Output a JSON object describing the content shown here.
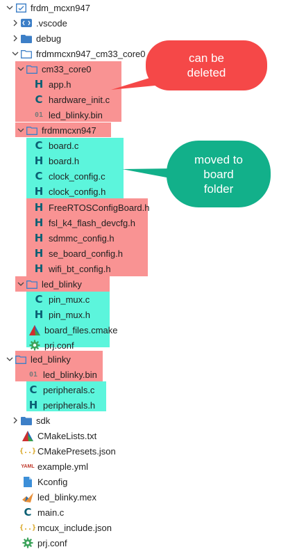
{
  "explorer": {
    "root": "frdm_mcxn947",
    "items": {
      "vscode": ".vscode",
      "debug": "debug",
      "board_root": "frdmmcxn947_cm33_core0",
      "cm33_core0": "cm33_core0",
      "app_h": "app.h",
      "hardware_init_c": "hardware_init.c",
      "led_blinky_bin_1": "led_blinky.bin",
      "frdmmcxn947": "frdmmcxn947",
      "board_c": "board.c",
      "board_h": "board.h",
      "clock_config_c": "clock_config.c",
      "clock_config_h": "clock_config.h",
      "freertos_config": "FreeRTOSConfigBoard.h",
      "fsl_k4_flash": "fsl_k4_flash_devcfg.h",
      "sdmmc_config": "sdmmc_config.h",
      "se_board_config": "se_board_config.h",
      "wifi_bt_config": "wifi_bt_config.h",
      "led_blinky_1": "led_blinky",
      "pin_mux_c": "pin_mux.c",
      "pin_mux_h": "pin_mux.h",
      "board_files_cmake": "board_files.cmake",
      "prj_conf_1": "prj.conf",
      "led_blinky_2": "led_blinky",
      "led_blinky_bin_2": "led_blinky.bin",
      "peripherals_c": "peripherals.c",
      "peripherals_h": "peripherals.h",
      "sdk": "sdk",
      "cmakelists": "CMakeLists.txt",
      "cmakepresets": "CMakePresets.json",
      "example_yml": "example.yml",
      "kconfig": "Kconfig",
      "led_blinky_mex": "led_blinky.mex",
      "main_c": "main.c",
      "mcux_include": "mcux_include.json",
      "prj_conf_2": "prj.conf"
    },
    "icons": {
      "c": "C",
      "h": "H",
      "bin": "01",
      "json": "{..}",
      "yaml": "YAML"
    }
  },
  "annotations": {
    "deleted": {
      "line1": "can be",
      "line2": "deleted"
    },
    "moved": {
      "line1": "moved to",
      "line2": "board",
      "line3": "folder"
    }
  },
  "colors": {
    "highlight_red": "#f99393",
    "highlight_cyan": "#5cf5dc",
    "bubble_red": "#f54848",
    "bubble_green": "#12b08a",
    "folder_blue": "#3d7fc7",
    "file_icon_teal": "#0a5f73"
  }
}
